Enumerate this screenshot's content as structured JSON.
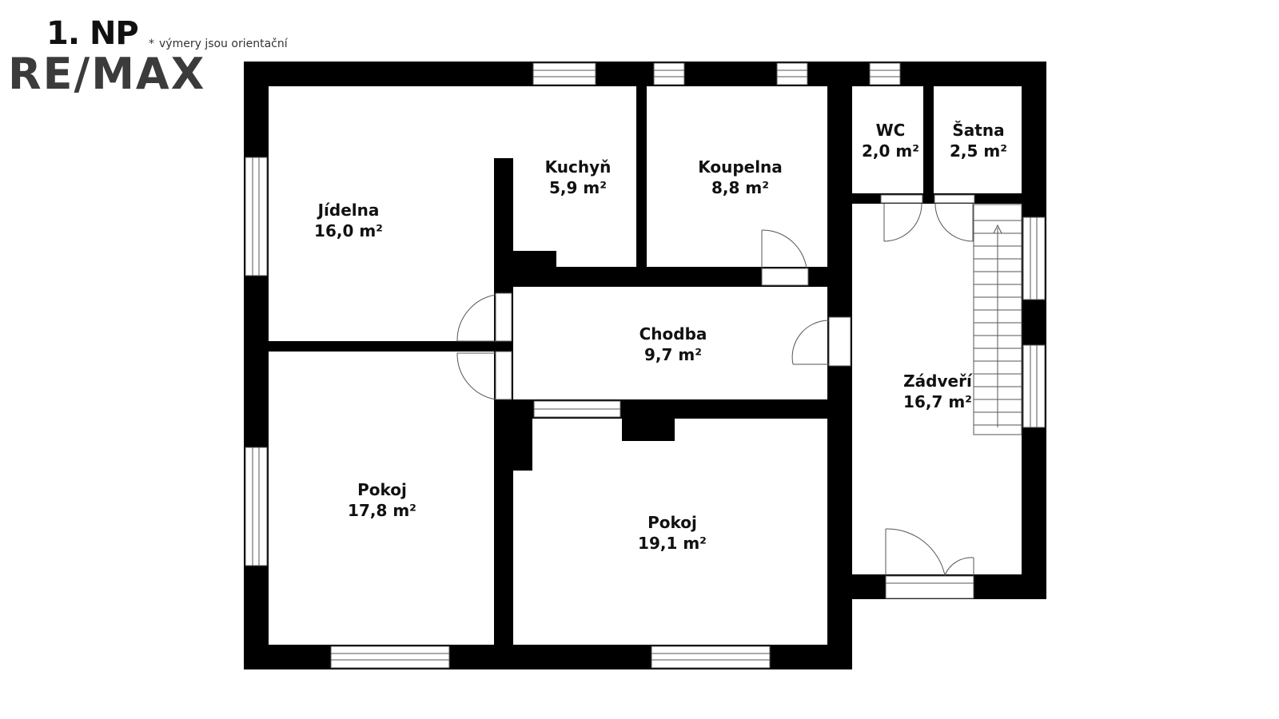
{
  "header": {
    "floor": "1. NP",
    "brand": "RE/MAX",
    "note_mark": "*",
    "note": "výmery jsou orientační"
  },
  "colors": {
    "wall": "#000000",
    "background": "#ffffff",
    "fixture": "#555555"
  },
  "rooms": [
    {
      "id": "jidelna",
      "name": "Jídelna",
      "area": "16,0 m²"
    },
    {
      "id": "kuchyn",
      "name": "Kuchyň",
      "area": "5,9 m²"
    },
    {
      "id": "koupelna",
      "name": "Koupelna",
      "area": "8,8 m²"
    },
    {
      "id": "wc",
      "name": "WC",
      "area": "2,0 m²"
    },
    {
      "id": "satna",
      "name": "Šatna",
      "area": "2,5 m²"
    },
    {
      "id": "chodba",
      "name": "Chodba",
      "area": "9,7 m²"
    },
    {
      "id": "zadveri",
      "name": "Zádveří",
      "area": "16,7 m²"
    },
    {
      "id": "pokoj-left",
      "name": "Pokoj",
      "area": "17,8 m²"
    },
    {
      "id": "pokoj-right",
      "name": "Pokoj",
      "area": "19,1 m²"
    }
  ]
}
